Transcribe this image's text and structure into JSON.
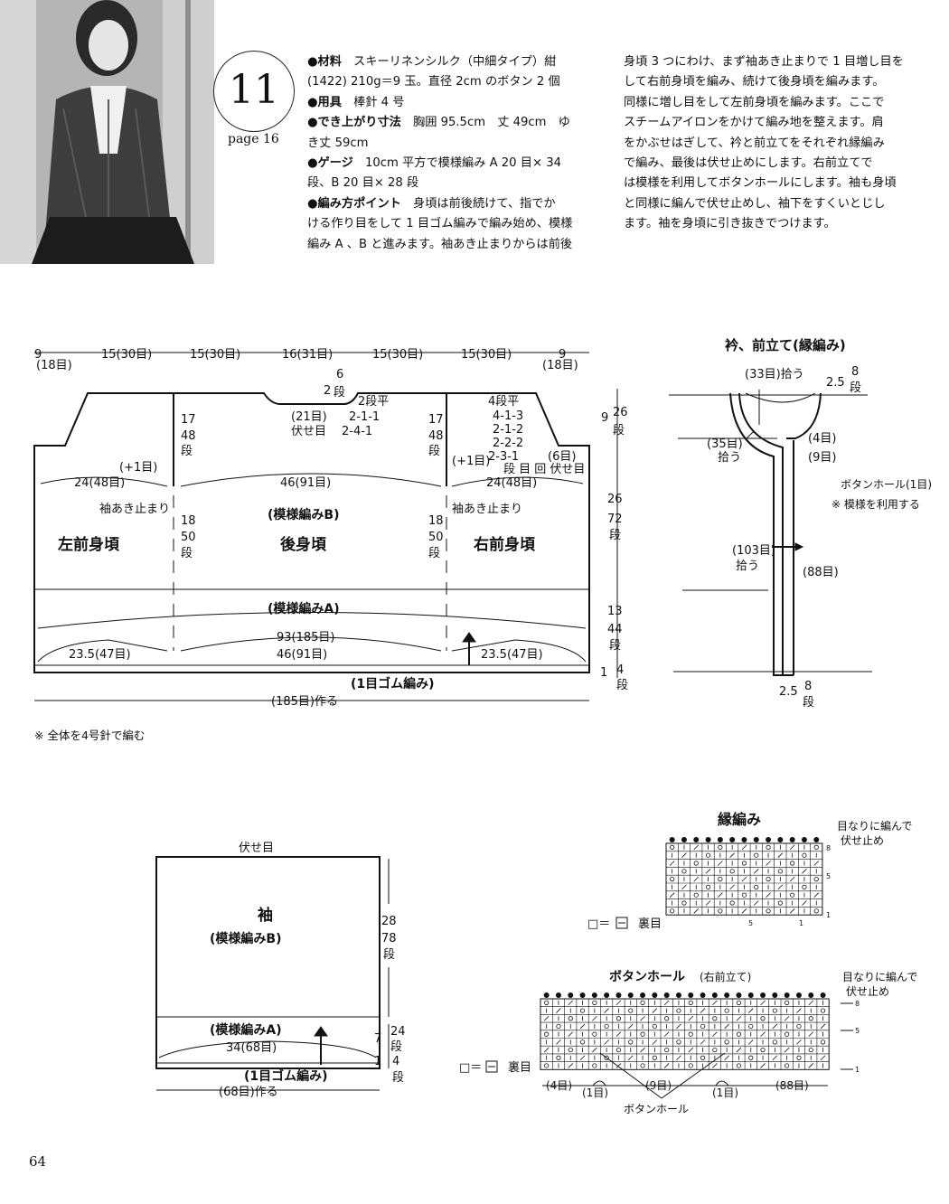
{
  "header": {
    "pattern_number": "11",
    "page_ref": "page 16",
    "left_column": [
      {
        "label": "●材料",
        "text": "スキーリネンシルク（中細タイプ）紺"
      },
      {
        "label": "",
        "text": "(1422) 210g＝9 玉。直径 2cm のボタン 2 個"
      },
      {
        "label": "●用具",
        "text": "棒針 4 号"
      },
      {
        "label": "●でき上がり寸法",
        "text": "胸囲 95.5cm　丈 49cm　ゆ"
      },
      {
        "label": "",
        "text": "き丈 59cm"
      },
      {
        "label": "●ゲージ",
        "text": "10cm 平方で模様編み A 20 目× 34"
      },
      {
        "label": "",
        "text": "段、B 20 目× 28 段"
      },
      {
        "label": "●編み方ポイント",
        "text": "身頃は前後続けて、指でか"
      },
      {
        "label": "",
        "text": "ける作り目をして 1 目ゴム編みで編み始め、模様"
      },
      {
        "label": "",
        "text": "編み A 、B と進みます。袖あき止まりからは前後"
      }
    ],
    "right_column": [
      "身頃 3 つにわけ、まず袖あき止まりで 1 目増し目を",
      "して右前身頃を編み、続けて後身頃を編みます。",
      "同様に増し目をして左前身頃を編みます。ここで",
      "スチームアイロンをかけて編み地を整えます。肩",
      "をかぶせはぎして、衿と前立てをそれぞれ縁編み",
      "で編み、最後は伏せ止めにします。右前立てで",
      "は模様を利用してボタンホールにします。袖も身頃",
      "と同様に編んで伏せ止めし、袖下をすくいとじし",
      "ます。袖を身頃に引き抜きでつけます。"
    ]
  },
  "body_diagram": {
    "top_widths": [
      "9",
      "(18目)",
      "15(30目)",
      "15(30目)",
      "16(31目)",
      "15(30目)",
      "15(30目)",
      "9",
      "(18目)"
    ],
    "neck_labels": [
      "2",
      "6",
      "段",
      "2段平",
      "2-1-1",
      "2-4-1",
      "(21目)",
      "伏せ目"
    ],
    "front_shaping": [
      "4段平",
      "4-1-3",
      "2-1-2",
      "2-2-2",
      "2-3-1",
      "(6目)",
      "段 目 回 伏せ目"
    ],
    "side_heights": [
      "17",
      "48",
      "段",
      "18",
      "50",
      "段"
    ],
    "increase_label": "(+1目)",
    "widths_mid": [
      "24(48目)",
      "46(91目)",
      "24(48目)"
    ],
    "sleeve_open": "袖あき止まり",
    "pattern_b": "(模様編みB)",
    "pattern_a": "(模様編みA)",
    "left_front": "左前身頃",
    "back": "後身頃",
    "right_front": "右前身頃",
    "widths_bottom": [
      "93(185目)",
      "23.5(47目)",
      "46(91目)",
      "23.5(47目)"
    ],
    "ribbing": "(1目ゴム編み)",
    "cast_on": "(185目)作る",
    "right_heights": [
      "9",
      "26",
      "段",
      "26",
      "72",
      "段",
      "13",
      "44",
      "段",
      "1",
      "4",
      "段"
    ],
    "note": "※ 全体を4号針で編む"
  },
  "collar_diagram": {
    "title": "衿、前立て(縁編み)",
    "labels": [
      "(33目)拾う",
      "2.5",
      "8",
      "段",
      "(35目)",
      "拾う",
      "(4目)",
      "(9目)",
      "ボタンホール(1目)",
      "※ 模様を利用する",
      "(103目)",
      "拾う",
      "(88目)",
      "2.5",
      "8",
      "段"
    ]
  },
  "sleeve_diagram": {
    "bind_off": "伏せ目",
    "name": "袖",
    "pattern_b": "(模様編みB)",
    "pattern_a": "(模様編みA)",
    "width": "34(68目)",
    "ribbing": "(1目ゴム編み)",
    "cast_on": "(68目)作る",
    "heights": [
      "28",
      "78",
      "段",
      "7",
      "24",
      "段",
      "1",
      "4",
      "段"
    ]
  },
  "edge_chart": {
    "title": "縁編み",
    "note_line1": "目なりに編んで",
    "note_line2": "伏せ止め",
    "legend_eq": "□＝",
    "legend_rev": "裏目",
    "row_nums": [
      "8",
      "5",
      "1"
    ],
    "col_nums": [
      "5",
      "1"
    ]
  },
  "buttonhole_chart": {
    "title": "ボタンホール",
    "title_sub": "(右前立て)",
    "note_line1": "目なりに編んで",
    "note_line2": "伏せ止め",
    "legend_eq": "□＝",
    "legend_rev": "裏目",
    "row_nums": [
      "8",
      "5",
      "1"
    ],
    "bottom_labels": [
      "(4目)",
      "(1目)",
      "(9目)",
      "(1目)",
      "(88目)"
    ],
    "buttonhole_label": "ボタンホール"
  },
  "page_number": "64"
}
